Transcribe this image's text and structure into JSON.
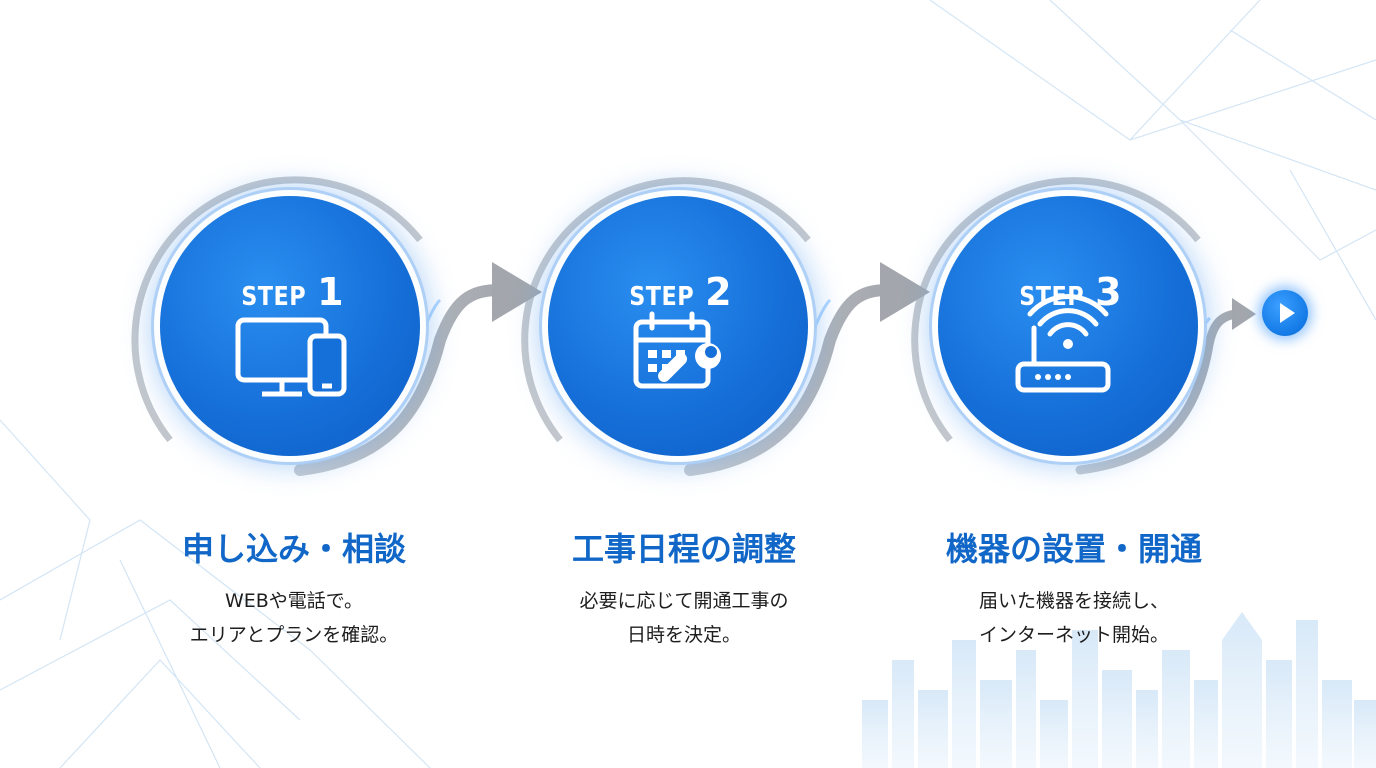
{
  "colors": {
    "accent_blue": "#1670d9",
    "title_blue": "#1167c7",
    "arrow_gray": "#a7abb1",
    "text_dark": "#1e1e1e"
  },
  "steps": [
    {
      "step_word": "STEP",
      "step_number": "1",
      "icon": "devices-icon",
      "title": "申し込み・相談",
      "desc_lines": [
        "WEBや電話で。",
        "エリアとプランを確認。"
      ]
    },
    {
      "step_word": "STEP",
      "step_number": "2",
      "icon": "calendar-wrench-icon",
      "title": "工事日程の調整",
      "desc_lines": [
        "必要に応じて開通工事の",
        "日時を決定。"
      ]
    },
    {
      "step_word": "STEP",
      "step_number": "3",
      "icon": "router-icon",
      "title": "機器の設置・開通",
      "desc_lines": [
        "届いた機器を接続し、",
        "インターネット開始。"
      ]
    }
  ],
  "end_marker": {
    "icon": "play-icon"
  }
}
